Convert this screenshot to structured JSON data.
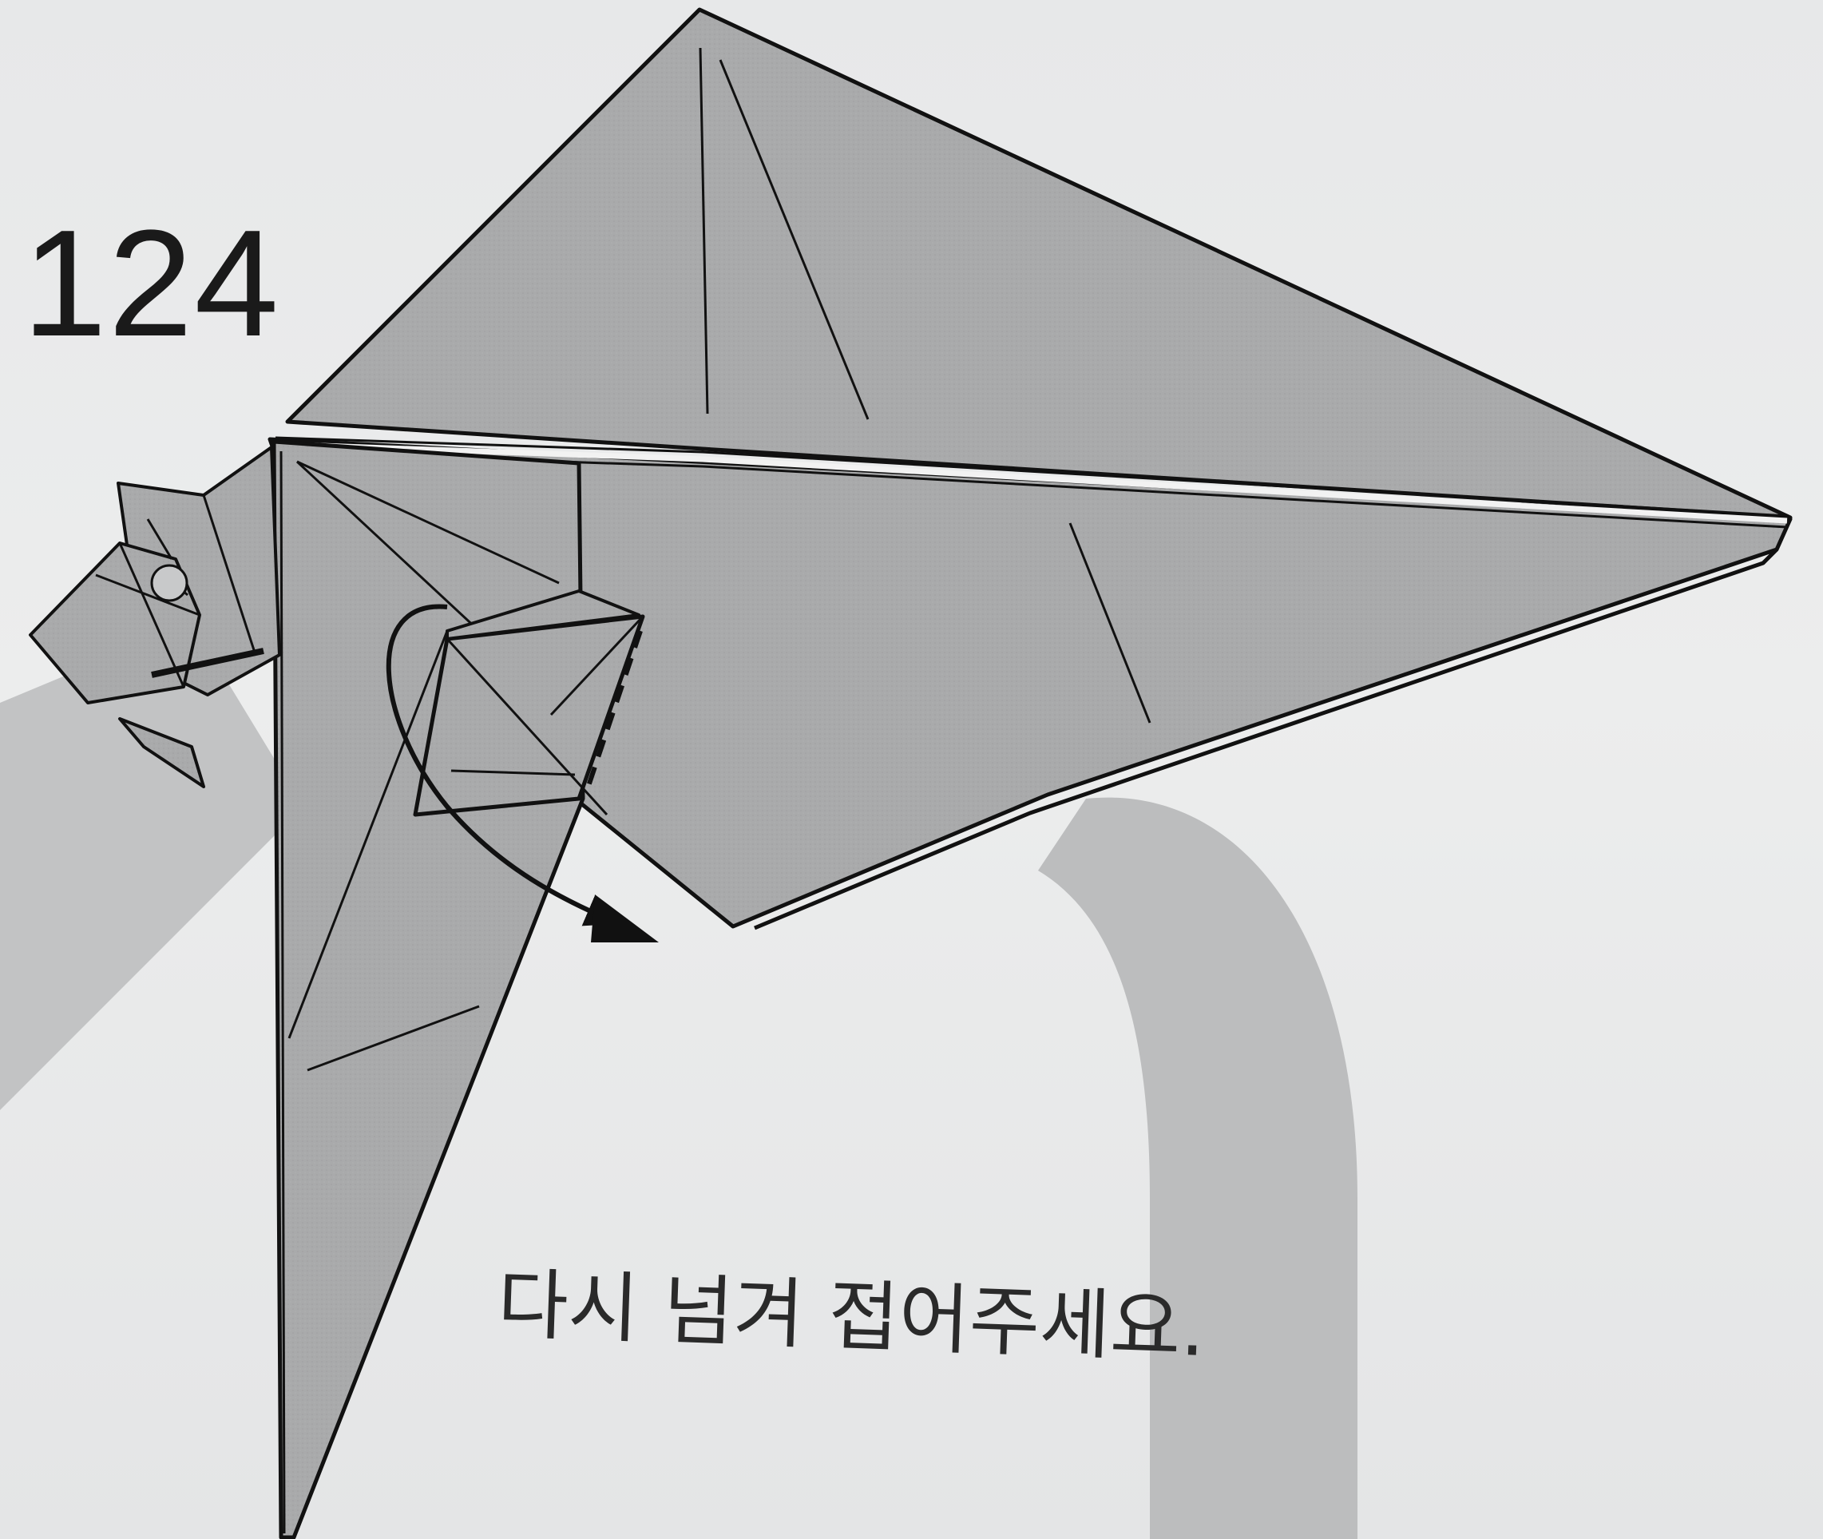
{
  "step": {
    "number": "124"
  },
  "instruction": {
    "text": "다시 넘겨 접어주세요."
  },
  "colors": {
    "paper": "#a9aaab",
    "paper_dark": "#9a9b9c",
    "background": "#e9eaeb",
    "background_arc": "#b9babb",
    "line": "#111111"
  },
  "icons": {
    "fold_arrow": "curved-fold-arrow-icon",
    "valley_fold": "dashed-valley-fold-line"
  }
}
